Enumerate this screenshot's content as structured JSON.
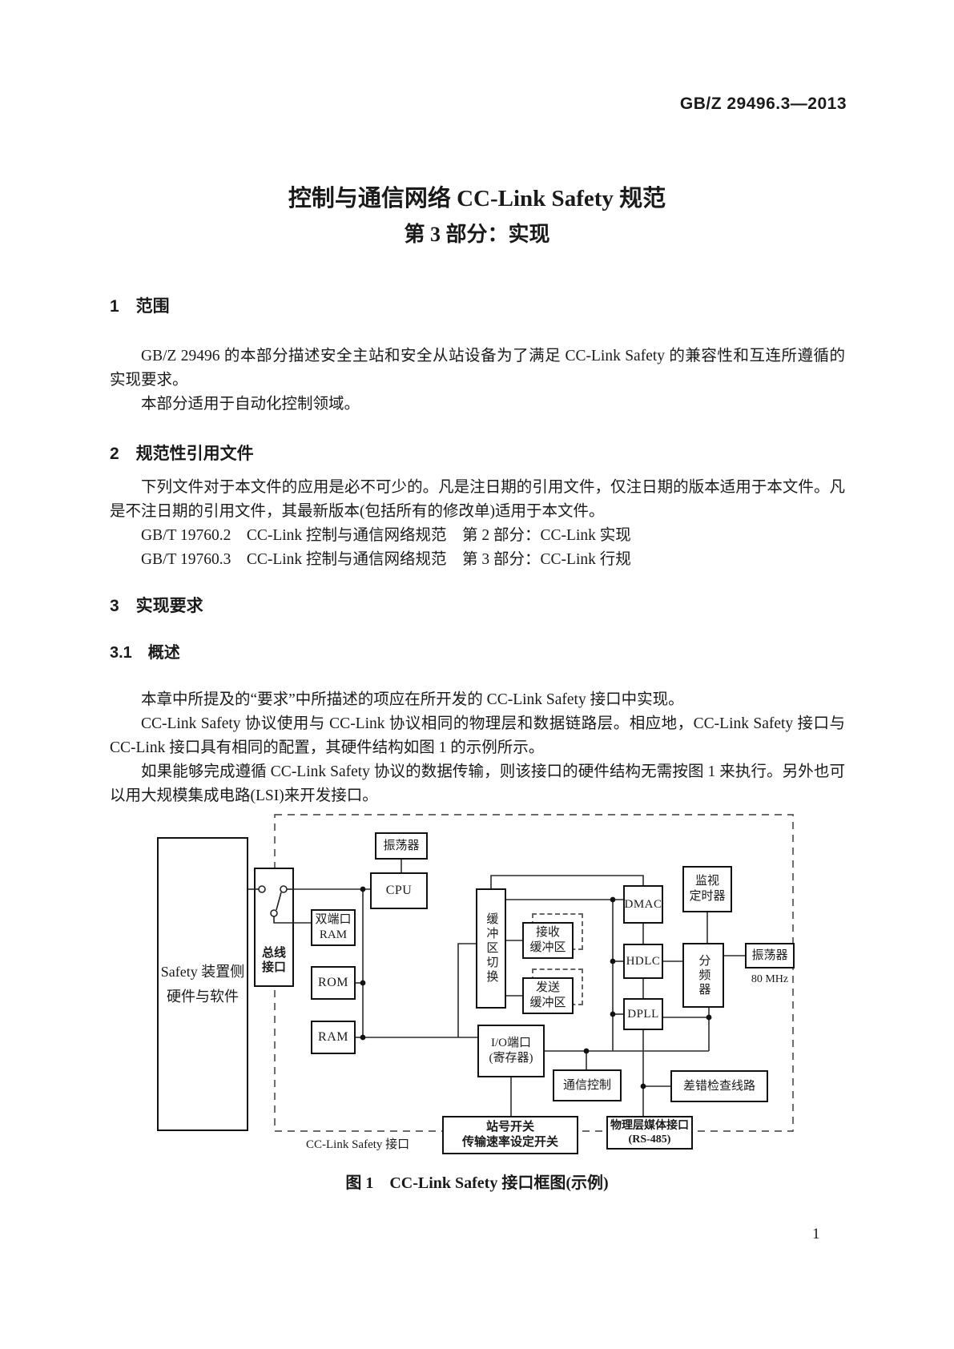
{
  "header": {
    "doc_code": "GB/Z 29496.3—2013"
  },
  "title": {
    "line1": "控制与通信网络 CC-Link Safety 规范",
    "line2": "第 3 部分：实现"
  },
  "section1": {
    "heading": "1　范围",
    "p1": "GB/Z 29496 的本部分描述安全主站和安全从站设备为了满足 CC-Link Safety 的兼容性和互连所遵循的实现要求。",
    "p2": "本部分适用于自动化控制领域。"
  },
  "section2": {
    "heading": "2　规范性引用文件",
    "p1": "下列文件对于本文件的应用是必不可少的。凡是注日期的引用文件，仅注日期的版本适用于本文件。凡是不注日期的引用文件，其最新版本(包括所有的修改单)适用于本文件。",
    "ref1": "GB/T 19760.2　CC-Link 控制与通信网络规范　第 2 部分：CC-Link 实现",
    "ref2": "GB/T 19760.3　CC-Link 控制与通信网络规范　第 3 部分：CC-Link 行规"
  },
  "section3": {
    "heading": "3　实现要求",
    "sub_heading": "3.1　概述",
    "p1": "本章中所提及的“要求”中所描述的项应在所开发的 CC-Link Safety 接口中实现。",
    "p2": "CC-Link Safety 协议使用与 CC-Link 协议相同的物理层和数据链路层。相应地，CC-Link Safety 接口与 CC-Link 接口具有相同的配置，其硬件结构如图 1 的示例所示。",
    "p3": "如果能够完成遵循 CC-Link Safety 协议的数据传输，则该接口的硬件结构无需按图 1 来执行。另外也可以用大规模集成电路(LSI)来开发接口。"
  },
  "figure": {
    "caption": "图 1　CC-Link Safety 接口框图(示例)",
    "boundary_label": "CC-Link Safety 接口",
    "freq_label": "80 MHz",
    "boxes": {
      "safety_device": "Safety 装置侧\n硬件与软件",
      "bus_interface": "总线\n接口",
      "dual_port_ram": "双端口\nRAM",
      "rom": "ROM",
      "ram": "RAM",
      "oscillator_top": "振荡器",
      "cpu": "CPU",
      "buffer_switch": "缓冲区切换",
      "rx_buffer": "接收\n缓冲区",
      "tx_buffer": "发送\n缓冲区",
      "io_port": "I/O端口\n(寄存器)",
      "dmac": "DMAC",
      "hdlc": "HDLC",
      "dpll": "DPLL",
      "watchdog_timer": "监视\n定时器",
      "freq_divider": "分频器",
      "oscillator_right": "振荡器",
      "comm_control": "通信控制",
      "error_check": "差错检查线路",
      "station_switch": "站号开关\n传输速率设定开关",
      "phy_interface": "物理层媒体接口\n(RS-485)"
    }
  },
  "page_number": "1"
}
